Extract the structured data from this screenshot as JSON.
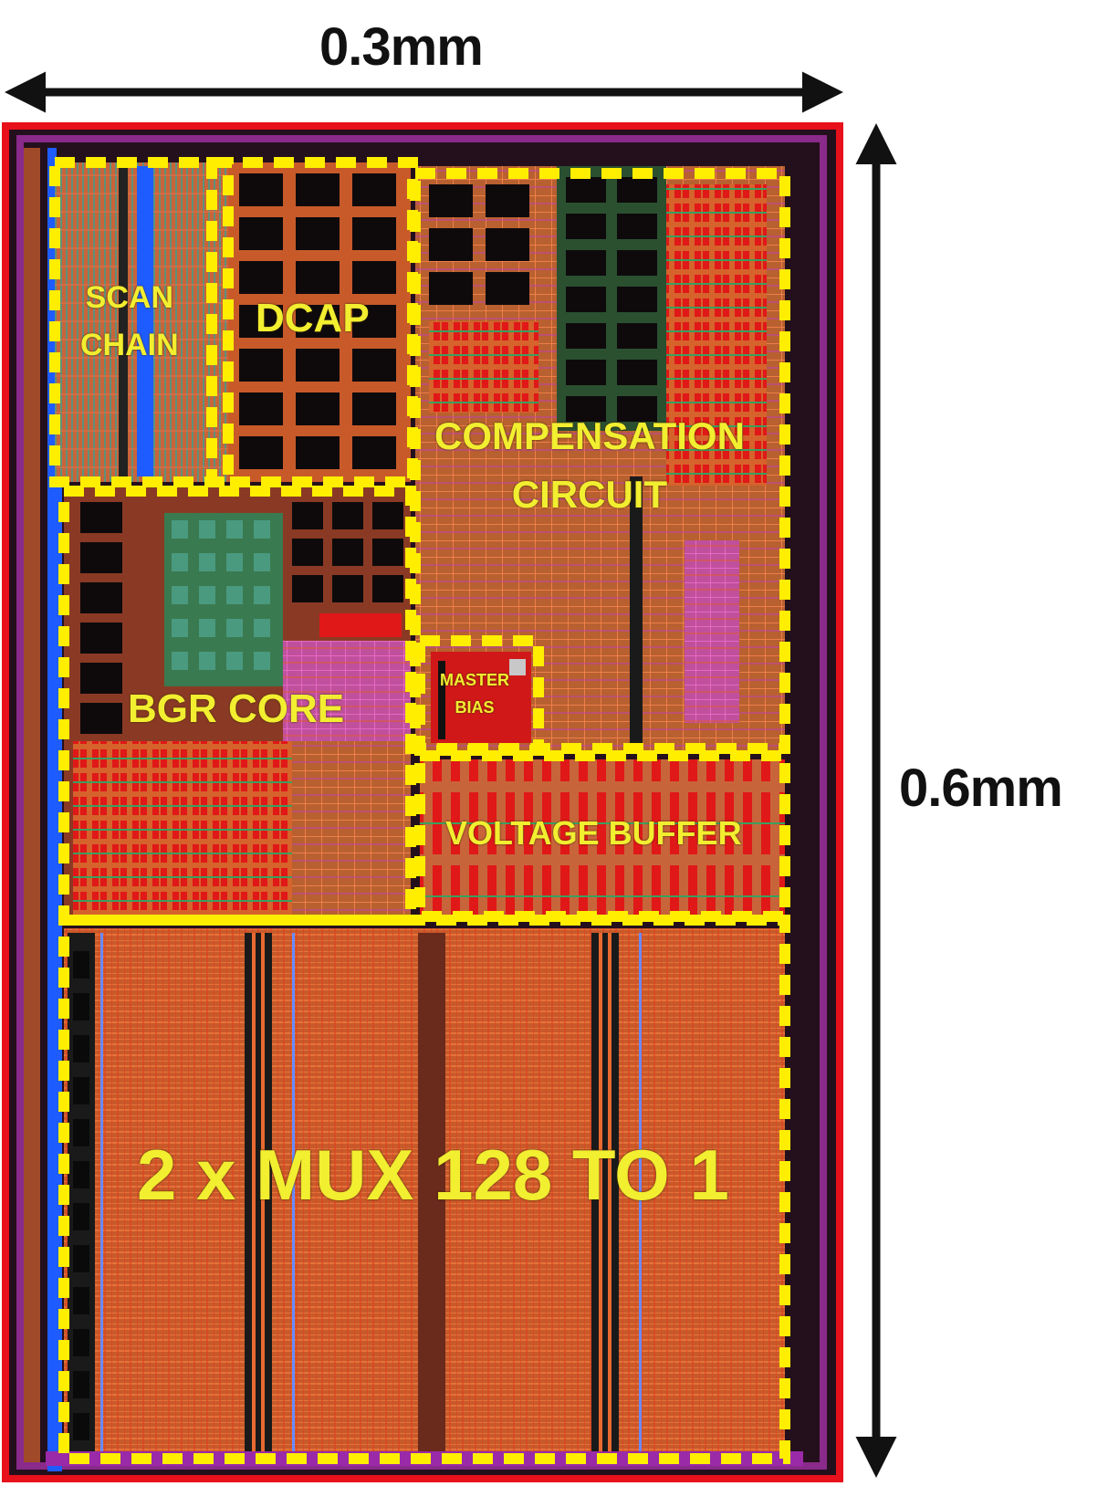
{
  "dimensions": {
    "width_label": "0.3mm",
    "height_label": "0.6mm"
  },
  "blocks": {
    "scan_chain": {
      "label_line1": "SCAN",
      "label_line2": "CHAIN"
    },
    "dcap": {
      "label": "DCAP"
    },
    "compensation_circuit": {
      "label_line1": "COMPENSATION",
      "label_line2": "CIRCUIT"
    },
    "bgr_core": {
      "label": "BGR CORE"
    },
    "master_bias": {
      "label_line1": "MASTER",
      "label_line2": "BIAS"
    },
    "voltage_buffer": {
      "label": "VOLTAGE BUFFER"
    },
    "mux": {
      "label": "2 x MUX 128 TO 1"
    }
  },
  "colors": {
    "chip_border": "#e8101a",
    "block_outline": "#ffee00",
    "metal_orange": "#e86a30",
    "poly_red": "#d81818",
    "via_green": "#3aa060",
    "magenta": "#d040c0",
    "blue_rail": "#1e5cff",
    "label_yellow": "#f2ee30"
  }
}
